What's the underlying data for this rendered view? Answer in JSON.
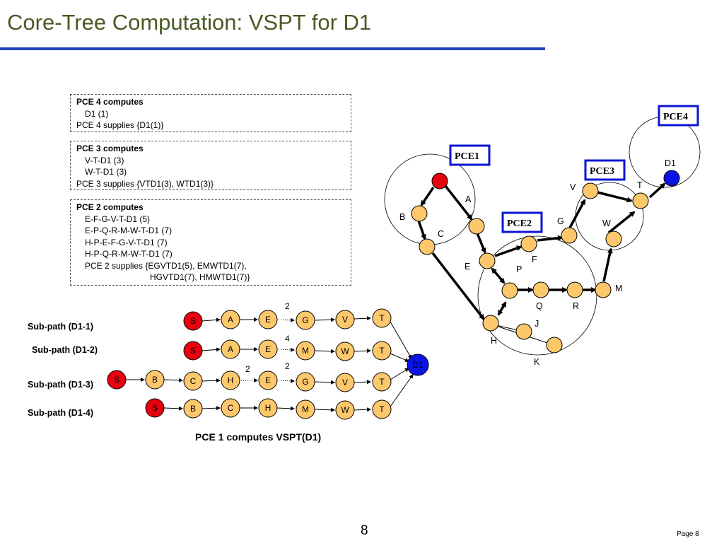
{
  "slide": {
    "title": "Core-Tree Computation:  VSPT for D1",
    "slide_number": "8",
    "page_label": "Page 8",
    "caption": "PCE 1 computes VSPT(D1)"
  },
  "boxes": {
    "pce4": {
      "header": "PCE 4 computes",
      "lines": [
        "D1 (1)"
      ],
      "footer": "PCE 4 supplies {D1(1)}"
    },
    "pce3": {
      "header": "PCE 3 computes",
      "lines": [
        "V-T-D1 (3)",
        "W-T-D1 (3)"
      ],
      "footer": "PCE 3 supplies {VTD1(3), WTD1(3)}"
    },
    "pce2": {
      "header": "PCE 2 computes",
      "lines": [
        "E-F-G-V-T-D1 (5)",
        "E-P-Q-R-M-W-T-D1 (7)",
        "H-P-E-F-G-V-T-D1 (7)",
        "H-P-Q-R-M-W-T-D1 (7)"
      ],
      "footer1": "PCE 2 supplies {EGVTD1(5), EMWTD1(7),",
      "footer2": "HGVTD1(7), HMWTD1(7)}"
    }
  },
  "subpaths": [
    {
      "label": "Sub-path (D1-1)",
      "nodes": [
        "S",
        "A",
        "E",
        "G",
        "V",
        "T"
      ],
      "annotation": "2"
    },
    {
      "label": "Sub-path (D1-2)",
      "nodes": [
        "S",
        "A",
        "E",
        "M",
        "W",
        "T"
      ],
      "annotation": "4"
    },
    {
      "label": "Sub-path (D1-3)",
      "nodes": [
        "S",
        "B",
        "C",
        "H",
        "E",
        "G",
        "V",
        "T"
      ],
      "annotations": [
        "2",
        "2"
      ]
    },
    {
      "label": "Sub-path (D1-4)",
      "nodes": [
        "S",
        "B",
        "C",
        "H",
        "M",
        "W",
        "T"
      ]
    }
  ],
  "destination": "D1",
  "network": {
    "domains": [
      "PCE1",
      "PCE2",
      "PCE3",
      "PCE4"
    ],
    "node_labels": [
      "A",
      "B",
      "C",
      "E",
      "F",
      "G",
      "P",
      "Q",
      "R",
      "M",
      "H",
      "J",
      "K",
      "V",
      "W",
      "T",
      "D1"
    ]
  },
  "colors": {
    "title": "#4a5a23",
    "rule": "#1f3fbf",
    "node_fill": "#fdc76b",
    "source_fill": "#e8000e",
    "dest_fill": "#0a14e6",
    "pce_border": "#0a14d2"
  }
}
